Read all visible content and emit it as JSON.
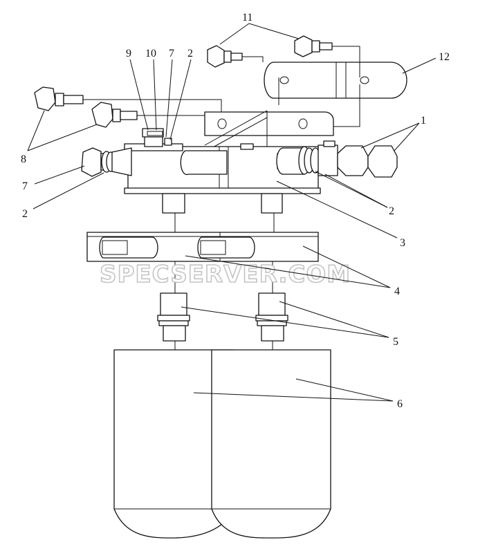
{
  "callouts": {
    "c1": "1",
    "c2a": "2",
    "c2b": "2",
    "c2c": "2",
    "c3": "3",
    "c4": "4",
    "c5": "5",
    "c6": "6",
    "c7a": "7",
    "c7b": "7",
    "c8": "8",
    "c9": "9",
    "c10": "10",
    "c11": "11",
    "c12": "12"
  },
  "watermark": "SPECSERVER.COM",
  "colors": {
    "line": "#111111",
    "watermark_outline": "#c4c4c4",
    "background": "#ffffff"
  }
}
